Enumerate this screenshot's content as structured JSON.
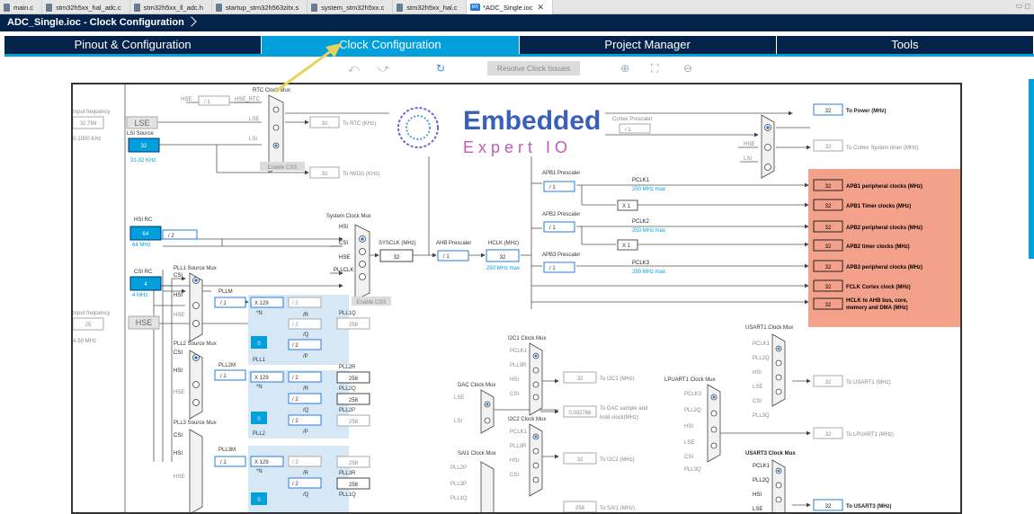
{
  "editor_tabs": [
    {
      "label": "main.c"
    },
    {
      "label": "stm32h5xx_hal_adc.c"
    },
    {
      "label": "stm32h5xx_ll_adc.h"
    },
    {
      "label": "startup_stm32h563zitx.s"
    },
    {
      "label": "system_stm32h5xx.c"
    },
    {
      "label": "stm32h5xx_hal.c"
    },
    {
      "label": "*ADC_Single.ioc",
      "badge": "MX",
      "active": true
    }
  ],
  "window_title": "ADC_Single.ioc - Clock Configuration",
  "nav_tabs": [
    "Pinout & Configuration",
    "Clock Configuration",
    "Project Manager",
    "Tools"
  ],
  "toolbar": {
    "resolve": "Resolve Clock Issues"
  },
  "watermark": {
    "line1": "Embedded",
    "line2": "Expert IO"
  },
  "labels": {
    "input_freq": "Input frequency",
    "lse_val": "32.768",
    "lse_range": "0-1000 KHz",
    "lse": "LSE",
    "lsi_source": "LSI Source",
    "lsi_val": "32",
    "lsi_range": "31-32 KHz",
    "hse_in_val": "25",
    "hse_range": "4-50 MHz",
    "hse": "HSE",
    "hsi_rc": "HSI RC",
    "hsi_val": "64",
    "hsi_mhz": "64 MHz",
    "hsi_div": "/ 2",
    "csi_rc": "CSI RC",
    "csi_val": "4",
    "csi_mhz": "4 MHz",
    "rtc_mux": "RTC Clock Mux",
    "rtc_hse": "HSE",
    "rtc_div": "/ 1",
    "hse_rtc": "HSE_RTC",
    "m_lse": "LSE",
    "m_lsi": "LSI",
    "enable_css": "Enable CSS",
    "rtc_out": "32",
    "rtc_label": "To RTC (KHz)",
    "iwdg_out": "32",
    "iwdg_label": "To IWDG (KHz)",
    "sys_mux": "System Clock Mux",
    "sm_hsi": "HSI",
    "sm_csi": "CSI",
    "sm_hse": "HSE",
    "sm_pll": "PLLCLK",
    "sysclk": "SYSCLK (MHz)",
    "sysclk_val": "32",
    "ahb": "AHB Prescaler",
    "ahb_div": "/ 1",
    "hclk": "HCLK (MHz)",
    "hclk_val": "32",
    "hclk_max": "250 MHz max",
    "cortex": "Cortex Prescaler",
    "cortex_div": "/ 1",
    "cortex_val": "32",
    "cortex_label": "To Cortex System timer (MHz)",
    "power_val": "32",
    "power_label": "To Power (MHz)",
    "apb1": "APB1 Prescaler",
    "apb1_div": "/ 1",
    "pclk1": "PCLK1",
    "max1": "250 MHz max",
    "apb2": "APB2 Prescaler",
    "apb2_div": "/ 1",
    "pclk2": "PCLK2",
    "max2": "250 MHz max",
    "apb3": "APB3 Prescaler",
    "apb3_div": "/ 1",
    "pclk3": "PCLK3",
    "max3": "250 MHz max",
    "x1": "X 1",
    "o1": "32",
    "o1l": "APB1 peripheral clocks (MHz)",
    "o2": "32",
    "o2l": "APB1 Timer clocks (MHz)",
    "o3": "32",
    "o3l": "APB2 peripheral clocks (MHz)",
    "o4": "32",
    "o4l": "APB2 timer clocks (MHz)",
    "o5": "32",
    "o5l": "APB3 peripheral clocks (MHz)",
    "o6": "32",
    "o6l": "FCLK Cortex clock (MHz)",
    "o7": "32",
    "o7l1": "HCLK to AHB bus, core,",
    "o7l2": "memory and DMA (MHz)",
    "pll1_mux": "PLL1 Source Mux",
    "pll2_mux": "PLL2 Source Mux",
    "pll3_mux": "PLL3 Source Mux",
    "m_csi": "CSI",
    "m_hsi": "HSI",
    "m_hse": "HSE",
    "pllm": "PLLM",
    "pll2m": "PLL2M",
    "pll3m": "PLL3M",
    "mdiv": "/ 1",
    "xn": "X 129",
    "n": "*N",
    "div2": "/ 2",
    "r": "/R",
    "q": "/Q",
    "p": "/P",
    "zero": "0",
    "pll1": "PLL1",
    "pll2": "PLL2",
    "pll1q": "PLL1Q",
    "pll1q_v": "258",
    "pll2r": "PLL2R",
    "pll2r_v": "258",
    "pll2q": "PLL2Q",
    "pll2q_v": "258",
    "pll2p": "PLL2P",
    "pll2p_v": "258",
    "pll3r": "PLL3R",
    "pll3r_v": "258",
    "pll1q2": "PLL1Q",
    "pll1q2_v": "258",
    "i2c1_mux": "I2C1 Clock Mux",
    "i2c1_v": "32",
    "i2c1_l": "To I2C1 (MHz)",
    "m_pclk1": "PCLK1",
    "m_pll3r": "PLL3R",
    "m_pll2r": "PLL2R",
    "m_pll2q": "PLL2Q",
    "m_pll3q": "PLL3Q",
    "m_pll1q": "PLL1Q",
    "m_pll2p": "PLL2P",
    "m_pll3p": "PLL3P",
    "m_pclk3": "PCLK3",
    "dac_mux": "DAC Clock Mux",
    "dac_v": "0.032768",
    "dac_l1": "To DAC sample and",
    "dac_l2": "hold clock(MHz)",
    "i2c2_mux": "I2C2 Clock Mux",
    "i2c2_v": "32",
    "i2c2_l": "To I2C2 (MHz)",
    "sai1_mux": "SAI1 Clock Mux",
    "sai1_v": "258",
    "sai1_l": "To SAI1 (MHz)",
    "usart1_mux": "USART1 Clock Mux",
    "usart1_v": "32",
    "usart1_l": "To USART1 (MHz)",
    "lpuart1_mux": "LPUART1 Clock Mux",
    "lpuart1_v": "32",
    "lpuart1_l": "To LPUART1 (MHz)",
    "usart3_mux": "USART3 Clock Mux",
    "usart3_v": "32",
    "usart3_l": "To USART3 (MHz)"
  },
  "colors": {
    "navy": "#03234b",
    "accent": "#01a0dc",
    "salmon": "#f4a18b",
    "pllbg": "#d6e8f6",
    "arrow": "#e8d45a"
  }
}
